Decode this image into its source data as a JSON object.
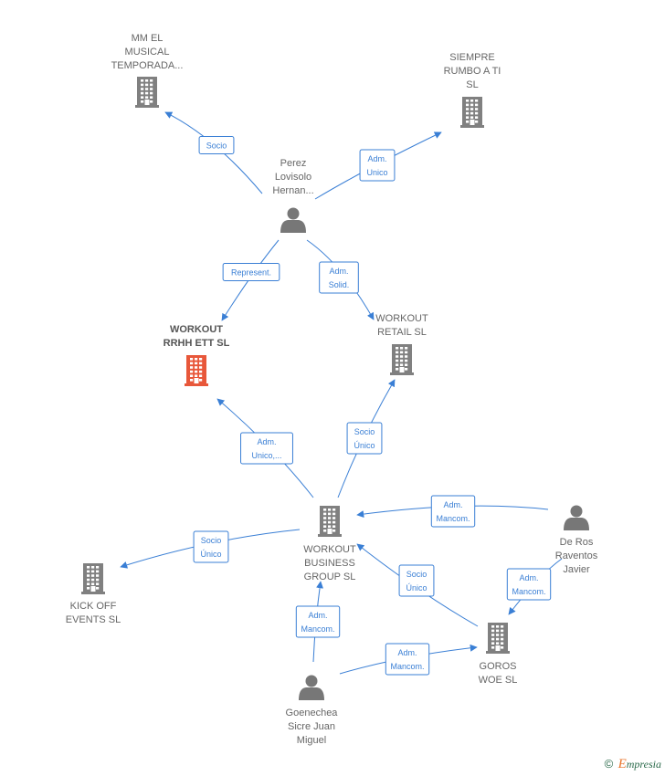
{
  "colors": {
    "edge": "#3a7fd5",
    "company": "#808080",
    "company_main": "#e8573a",
    "person": "#777777"
  },
  "nodes": [
    {
      "id": "mm",
      "type": "company",
      "icon": "building-icon",
      "label": [
        "MM EL",
        "MUSICAL",
        "TEMPORADA..."
      ]
    },
    {
      "id": "siempre",
      "type": "company",
      "icon": "building-icon",
      "label": [
        "SIEMPRE",
        "RUMBO A TI",
        "SL"
      ]
    },
    {
      "id": "perez",
      "type": "person",
      "icon": "person-icon",
      "label": [
        "Perez",
        "Lovisolo",
        "Hernan..."
      ]
    },
    {
      "id": "rrhh",
      "type": "company_main",
      "icon": "building-icon",
      "label": [
        "WORKOUT",
        "RRHH ETT  SL"
      ]
    },
    {
      "id": "retail",
      "type": "company",
      "icon": "building-icon",
      "label": [
        "WORKOUT",
        "RETAIL  SL"
      ]
    },
    {
      "id": "business",
      "type": "company",
      "icon": "building-icon",
      "label": [
        "WORKOUT",
        "BUSINESS",
        "GROUP  SL"
      ]
    },
    {
      "id": "kickoff",
      "type": "company",
      "icon": "building-icon",
      "label": [
        "KICK OFF",
        "EVENTS SL"
      ]
    },
    {
      "id": "deros",
      "type": "person",
      "icon": "person-icon",
      "label": [
        "De Ros",
        "Raventos",
        "Javier"
      ]
    },
    {
      "id": "goros",
      "type": "company",
      "icon": "building-icon",
      "label": [
        "GOROS",
        "WOE  SL"
      ]
    },
    {
      "id": "goenechea",
      "type": "person",
      "icon": "person-icon",
      "label": [
        "Goenechea",
        "Sicre Juan",
        "Miguel"
      ]
    }
  ],
  "edges": [
    {
      "from": "perez",
      "to": "mm",
      "label": [
        "Socio"
      ]
    },
    {
      "from": "perez",
      "to": "siempre",
      "label": [
        "Adm.",
        "Unico"
      ]
    },
    {
      "from": "perez",
      "to": "rrhh",
      "label": [
        "Represent."
      ]
    },
    {
      "from": "perez",
      "to": "retail",
      "label": [
        "Adm.",
        "Solid."
      ]
    },
    {
      "from": "business",
      "to": "rrhh",
      "label": [
        "Adm.",
        "Unico,..."
      ]
    },
    {
      "from": "business",
      "to": "retail",
      "label": [
        "Socio",
        "Único"
      ]
    },
    {
      "from": "business",
      "to": "kickoff",
      "label": [
        "Socio",
        "Único"
      ]
    },
    {
      "from": "deros",
      "to": "business",
      "label": [
        "Adm.",
        "Mancom."
      ]
    },
    {
      "from": "deros",
      "to": "goros",
      "label": [
        "Adm.",
        "Mancom."
      ]
    },
    {
      "from": "goros",
      "to": "business",
      "label": [
        "Socio",
        "Único"
      ]
    },
    {
      "from": "goenechea",
      "to": "business",
      "label": [
        "Adm.",
        "Mancom."
      ]
    },
    {
      "from": "goenechea",
      "to": "goros",
      "label": [
        "Adm.",
        "Mancom."
      ]
    }
  ],
  "footer": {
    "copyright": "©",
    "brand_first": "E",
    "brand_rest": "mpresia"
  }
}
